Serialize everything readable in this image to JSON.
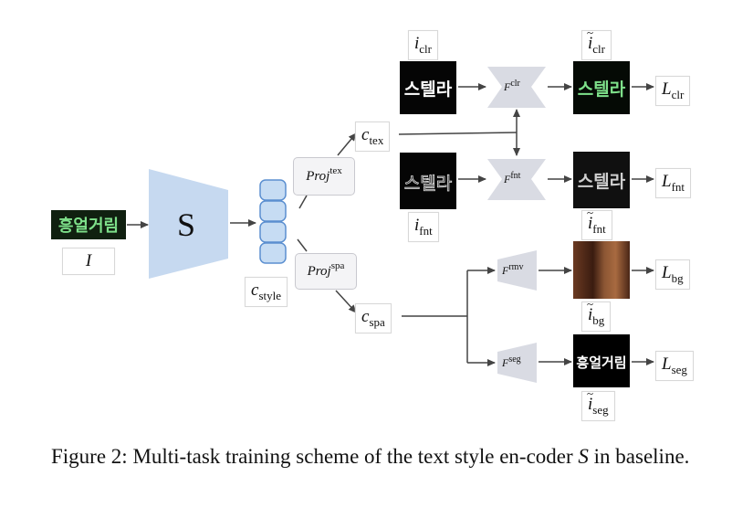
{
  "diagram": {
    "input_image_text": "흥얼거림",
    "input_label_var": "I",
    "encoder_label": "S",
    "style_code_label": {
      "base": "c",
      "sub": "style"
    },
    "proj_tex": {
      "base": "Proj",
      "sup": "tex"
    },
    "proj_spa": {
      "base": "Proj",
      "sup": "spa"
    },
    "c_tex": {
      "base": "c",
      "sub": "tex"
    },
    "c_spa": {
      "base": "c",
      "sub": "spa"
    },
    "i_clr": {
      "base": "i",
      "sub": "clr"
    },
    "i_fnt": {
      "base": "i",
      "sub": "fnt"
    },
    "out_clr": {
      "base": "i",
      "sub": "clr"
    },
    "out_fnt": {
      "base": "i",
      "sub": "fnt"
    },
    "out_bg": {
      "base": "i",
      "sub": "bg"
    },
    "out_seg": {
      "base": "i",
      "sub": "seg"
    },
    "clr_image_text": "스텔라",
    "fnt_image_text": "스텔라",
    "seg_image_text": "흥얼거림",
    "F_clr": {
      "base": "F",
      "sup": "clr"
    },
    "F_fnt": {
      "base": "F",
      "sup": "fnt"
    },
    "F_rmv": {
      "base": "F",
      "sup": "rmv"
    },
    "F_seg": {
      "base": "F",
      "sup": "seg"
    },
    "L_clr": {
      "base": "L",
      "sub": "clr"
    },
    "L_fnt": {
      "base": "L",
      "sub": "fnt"
    },
    "L_bg": {
      "base": "L",
      "sub": "bg"
    },
    "L_seg": {
      "base": "L",
      "sub": "seg"
    },
    "colors": {
      "encoder": "#c6d9f0",
      "stack_fill": "#c6dcf3",
      "stack_stroke": "#5b8fd0",
      "decoder": "#d9dbe3",
      "arrow": "#444444",
      "green_text": "#7ee08a"
    }
  },
  "caption": {
    "prefix": "Figure 2: Multi-task training scheme of the text style en-coder",
    "var": "S",
    "suffix": "in baseline."
  }
}
